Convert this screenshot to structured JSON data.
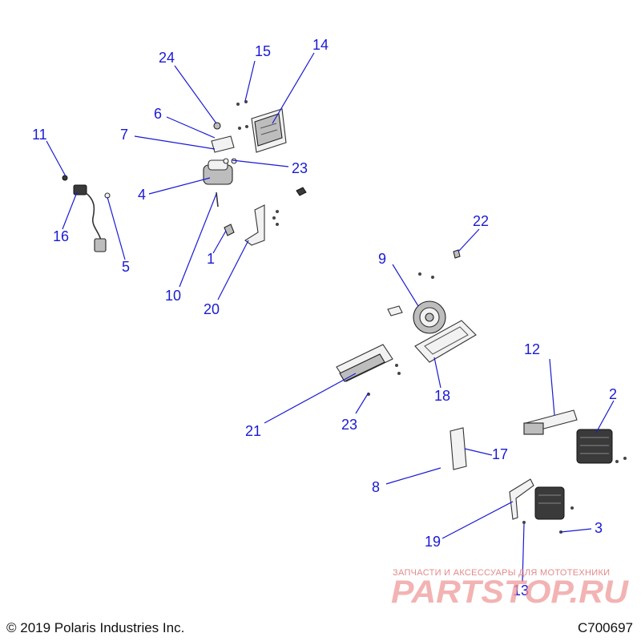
{
  "callouts": {
    "c1": "1",
    "c2": "2",
    "c3": "3",
    "c4": "4",
    "c5": "5",
    "c6": "6",
    "c7": "7",
    "c8": "8",
    "c9": "9",
    "c10": "10",
    "c11": "11",
    "c12": "12",
    "c13": "13",
    "c14": "14",
    "c15": "15",
    "c16": "16",
    "c17": "17",
    "c18": "18",
    "c19": "19",
    "c20": "20",
    "c21": "21",
    "c22": "22",
    "c23a": "23",
    "c23b": "23",
    "c24": "24"
  },
  "footer": {
    "copyright": "© 2019 Polaris Industries Inc.",
    "drawing_id": "C700697"
  },
  "watermark": {
    "tagline": "ЗАПЧАСТИ И АКСЕССУАРЫ ДЛЯ МОТОТЕХНИКИ",
    "brand": "PARTSTOP.RU"
  },
  "colors": {
    "callout": "#1a1ad6",
    "watermark": "#ef9a9a"
  }
}
